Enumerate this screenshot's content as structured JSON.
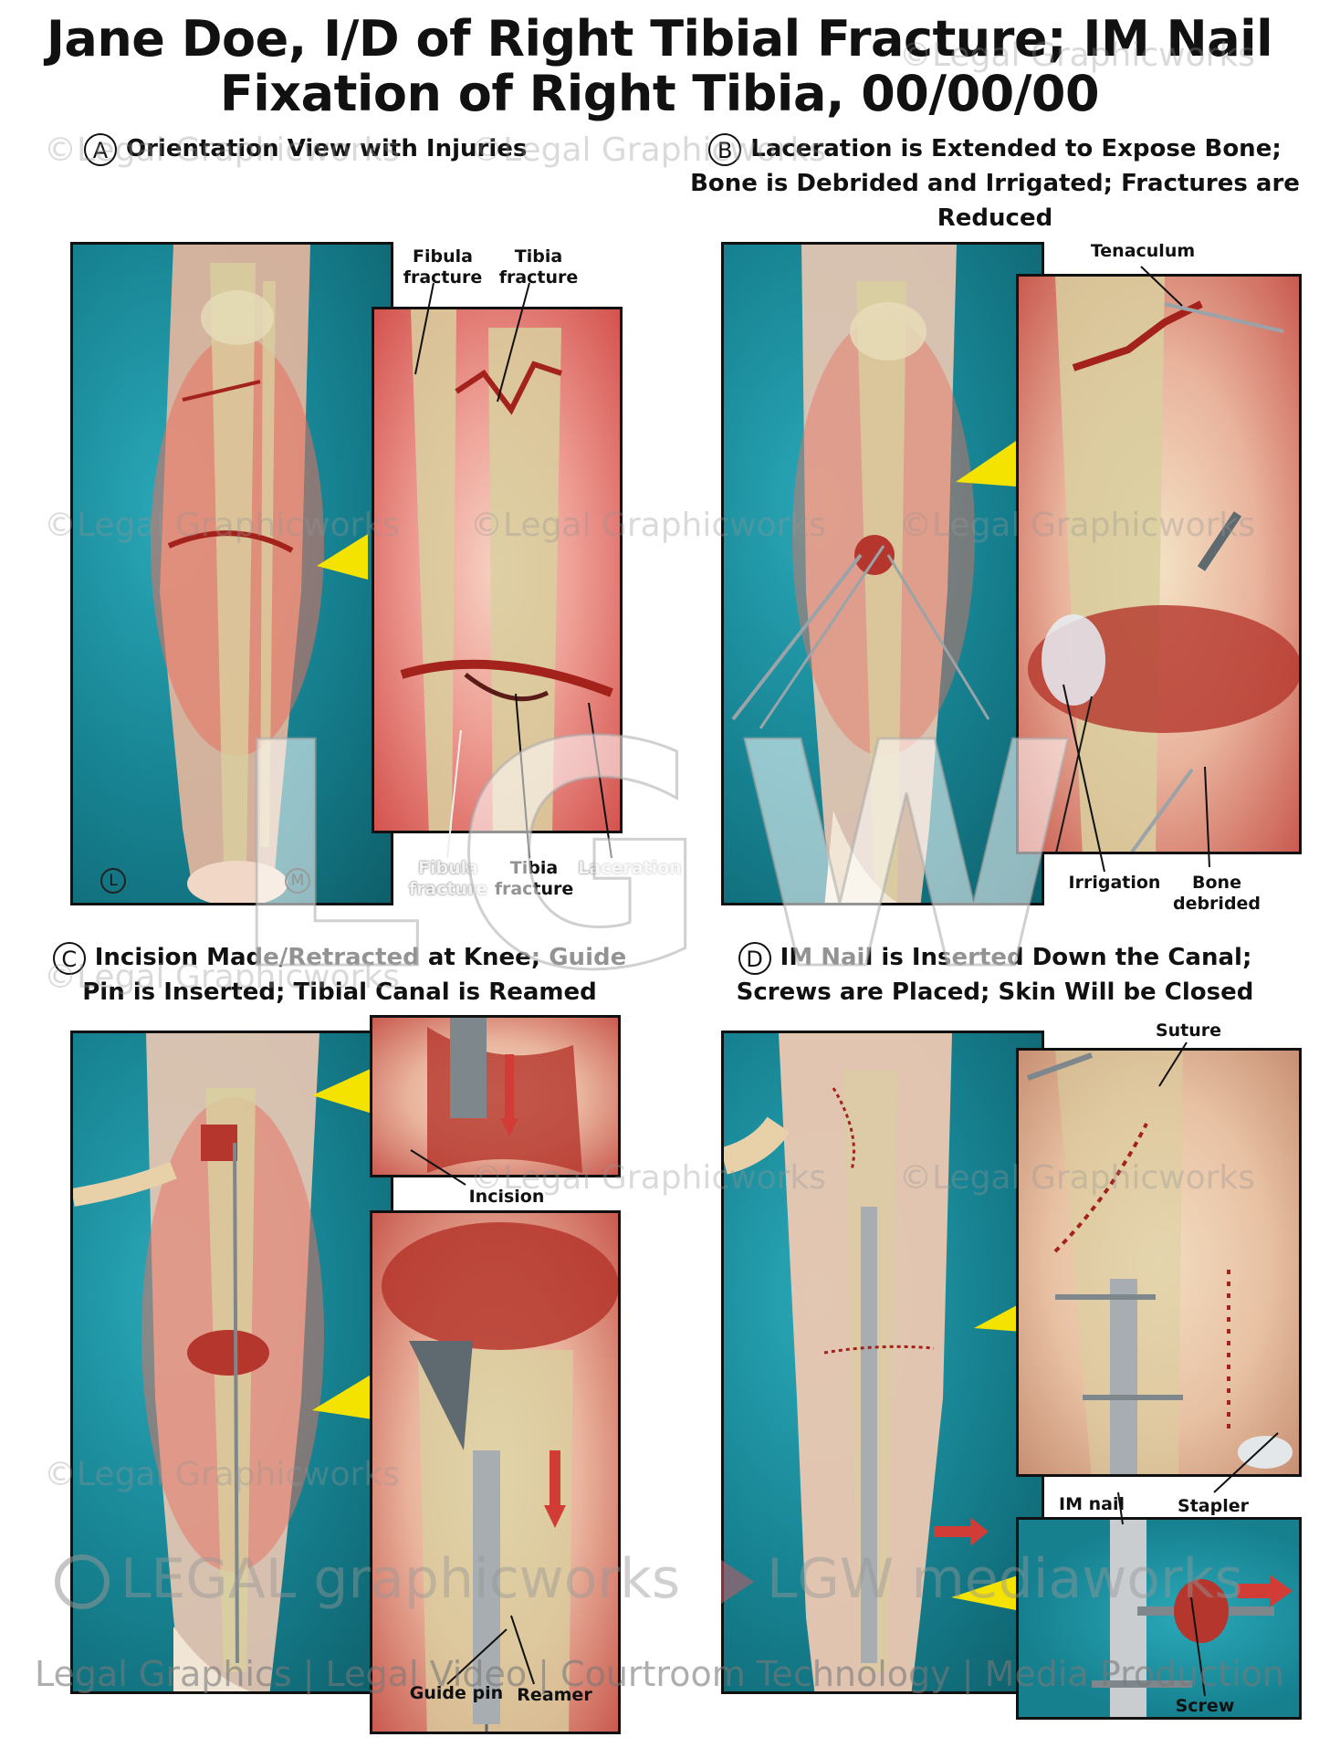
{
  "title": {
    "line1": "Jane Doe, I/D of Right Tibial Fracture; IM Nail",
    "line2": "Fixation of Right Tibia, 00/00/00"
  },
  "panels": {
    "a": {
      "letter": "A",
      "heading": "Orientation View with Injuries",
      "labels": {
        "fibula_fracture_top": "Fibula\nfracture",
        "tibia_fracture_top": "Tibia\nfracture",
        "fibula_fracture_bottom": "Fibula\nfracture",
        "tibia_fracture_bottom": "Tibia\nfracture",
        "laceration": "Laceration",
        "lateral": "L",
        "medial": "M"
      }
    },
    "b": {
      "letter": "B",
      "heading": "Laceration is Extended to Expose Bone; Bone is Debrided and Irrigated; Fractures are Reduced",
      "labels": {
        "tenaculum": "Tenaculum",
        "irrigation": "Irrigation",
        "bone_debrided": "Bone\ndebrided"
      }
    },
    "c": {
      "letter": "C",
      "heading": "Incision Made/Retracted at Knee; Guide Pin is Inserted; Tibial Canal is Reamed",
      "labels": {
        "incision": "Incision",
        "guide_pin": "Guide pin",
        "reamer": "Reamer"
      }
    },
    "d": {
      "letter": "D",
      "heading": "IM Nail is Inserted Down the Canal; Screws are Placed; Skin Will be Closed",
      "labels": {
        "suture": "Suture",
        "im_nail": "IM nail",
        "stapler": "Stapler",
        "screw": "Screw"
      }
    }
  },
  "watermark": {
    "text": "©Legal Graphicworks",
    "big_mark": "LGW"
  },
  "branding": {
    "left_logo": "LEGAL graphicworks",
    "right_logo": "LGW mediaworks"
  },
  "footer": "Legal Graphics | Legal Video | Courtroom Technology | Media Production",
  "colors": {
    "drape": "#16808f",
    "wound": "#c0392b",
    "pointer_triangle": "#f4e300"
  }
}
